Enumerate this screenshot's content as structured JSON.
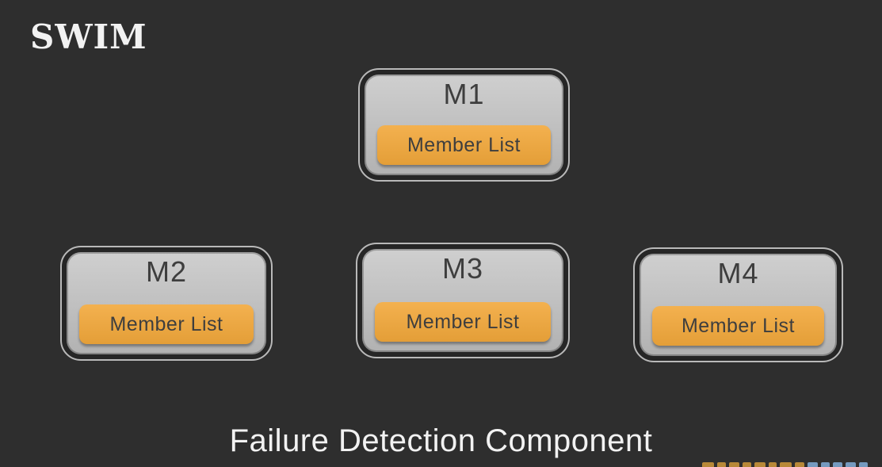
{
  "page": {
    "title": "SWIM",
    "caption": "Failure Detection Component"
  },
  "nodes": [
    {
      "id": "M1",
      "label": "M1",
      "button_label": "Member List"
    },
    {
      "id": "M2",
      "label": "M2",
      "button_label": "Member List"
    },
    {
      "id": "M3",
      "label": "M3",
      "button_label": "Member List"
    },
    {
      "id": "M4",
      "label": "M4",
      "button_label": "Member List"
    }
  ],
  "colors": {
    "background": "#2e2e2e",
    "node_gray": "#c6c6c6",
    "accent_orange": "#f2a83b",
    "watermark_orange": "#c8923a",
    "watermark_blue": "#7da6cf",
    "text_dark": "#3e3e3e",
    "text_light": "#f2f2f2",
    "node_outline": "#b9b9b9",
    "node_gap": "#262626"
  },
  "watermark": {
    "description": "partially cut-off text at bottom edge, orange then blue letter tops",
    "segments": [
      {
        "color": "#c8923a",
        "width": 15
      },
      {
        "color": "#c8923a",
        "width": 11
      },
      {
        "color": "#c8923a",
        "width": 13
      },
      {
        "color": "#c8923a",
        "width": 11
      },
      {
        "color": "#c8923a",
        "width": 14
      },
      {
        "color": "#c8923a",
        "width": 10
      },
      {
        "color": "#c8923a",
        "width": 15
      },
      {
        "color": "#c8923a",
        "width": 12
      },
      {
        "color": "#7da6cf",
        "width": 13
      },
      {
        "color": "#7da6cf",
        "width": 11
      },
      {
        "color": "#7da6cf",
        "width": 12
      },
      {
        "color": "#7da6cf",
        "width": 13
      },
      {
        "color": "#7da6cf",
        "width": 11
      }
    ]
  }
}
